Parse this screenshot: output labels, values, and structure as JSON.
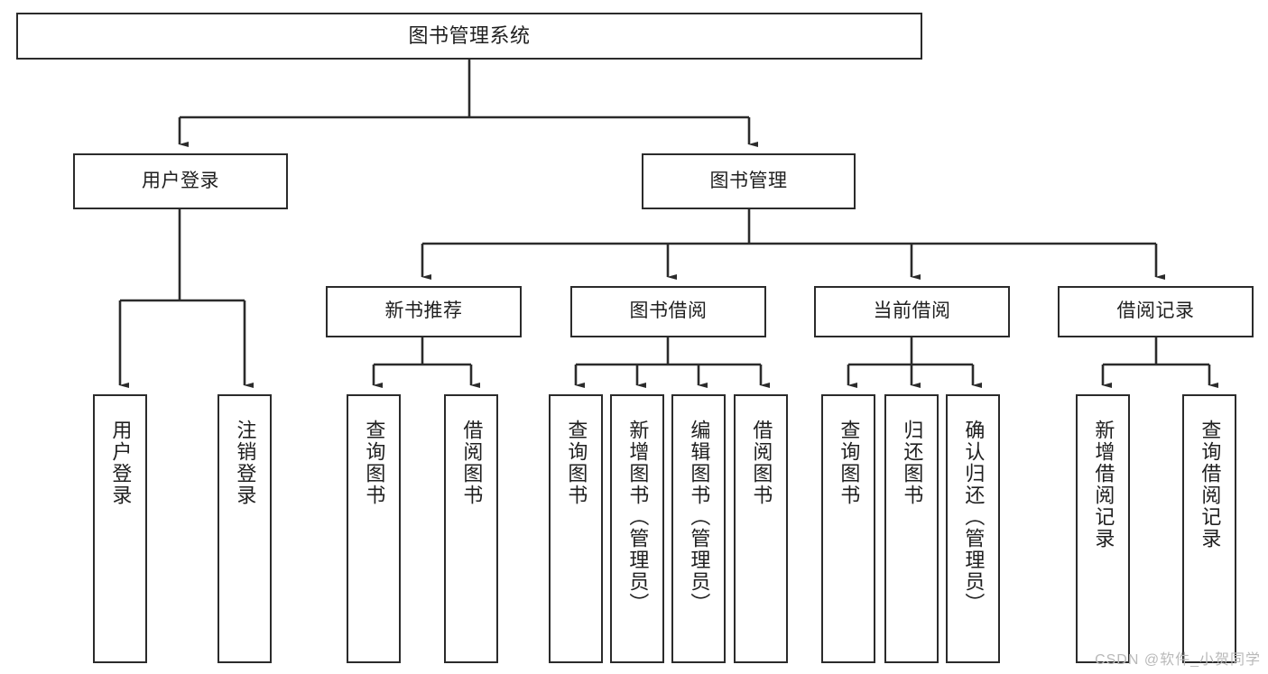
{
  "diagram": {
    "type": "tree",
    "title": "图书管理系统",
    "root": {
      "label": "图书管理系统"
    },
    "level2": [
      {
        "label": "用户登录"
      },
      {
        "label": "图书管理"
      }
    ],
    "level3": [
      {
        "label": "新书推荐"
      },
      {
        "label": "图书借阅"
      },
      {
        "label": "当前借阅"
      },
      {
        "label": "借阅记录"
      }
    ],
    "leaves": {
      "user_login": [
        {
          "label": "用户登录"
        },
        {
          "label": "注销登录"
        }
      ],
      "new_book_recommend": [
        {
          "label": "查询图书"
        },
        {
          "label": "借阅图书"
        }
      ],
      "book_borrow": [
        {
          "label": "查询图书"
        },
        {
          "label": "新增图书（管理员）"
        },
        {
          "label": "编辑图书（管理员）"
        },
        {
          "label": "借阅图书"
        }
      ],
      "current_borrow": [
        {
          "label": "查询图书"
        },
        {
          "label": "归还图书"
        },
        {
          "label": "确认归还（管理员）"
        }
      ],
      "borrow_record": [
        {
          "label": "新增借阅记录"
        },
        {
          "label": "查询借阅记录"
        }
      ]
    }
  },
  "watermark": {
    "text": "CSDN @软件_小贺同学"
  },
  "colors": {
    "box_border": "#2b2b2b",
    "box_fill": "#ffffff",
    "wire": "#2b2b2b",
    "text": "#1f1f1f",
    "watermark": "#b9b9b9"
  }
}
